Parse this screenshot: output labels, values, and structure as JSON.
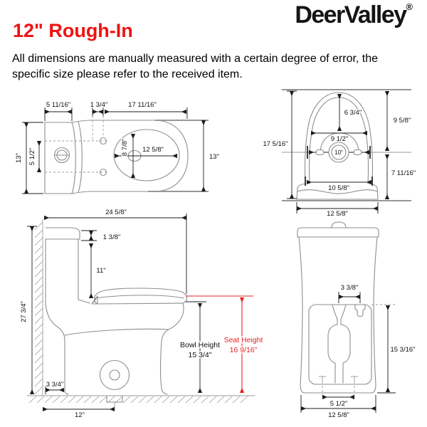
{
  "header": {
    "title": "12\" Rough-In",
    "brand": "DeerValley",
    "registered_mark": "®",
    "disclaimer_line1": "All dimensions are manually measured with a certain degree of error, the",
    "disclaimer_line2": "specific size please refer to the received item."
  },
  "colors": {
    "title_red": "#f01212",
    "seat_height_red": "#e82323",
    "drawing_gray": "#8e8e8e",
    "dimension_black": "#1c1c1c",
    "brand_black": "#151515"
  },
  "views": {
    "top_view": {
      "tank_depth": "5 11/16\"",
      "seat_bolt_offset": "1 3/4\"",
      "bowl_length": "17 11/16\"",
      "overall_width": "13\"",
      "bolt_spacing": "5 1/2\"",
      "seat_opening_width": "8 7/8\"",
      "seat_opening_length": "12 5/8\"",
      "bowl_width": "13\""
    },
    "rear_view": {
      "overall_height": "17 5/16\"",
      "top_to_dome": "6 3/4\"",
      "upper_inner_width": "9 1/2\"",
      "outlet_size": "10\"",
      "upper_height": "9 5/8\"",
      "lower_height": "7 11/16\"",
      "lower_inner_width": "10 5/8\"",
      "base_width": "12 5/8\""
    },
    "side_view": {
      "overall_depth": "24 5/8\"",
      "tank_lid_height": "1 3/8\"",
      "tank_height": "11\"",
      "overall_height": "27 3/4\"",
      "base_rear_depth": "3 3/4\"",
      "rough_in": "12\"",
      "bowl_height_label": "Bowl Height",
      "bowl_height": "15 3/4\"",
      "seat_height_label": "Seat Height",
      "seat_height": "16 9/16\""
    },
    "front_view": {
      "valve_offset": "3 3/8\"",
      "inner_height": "15 3/16\"",
      "bolt_spacing": "5 1/2\"",
      "base_width": "12 5/8\""
    }
  }
}
